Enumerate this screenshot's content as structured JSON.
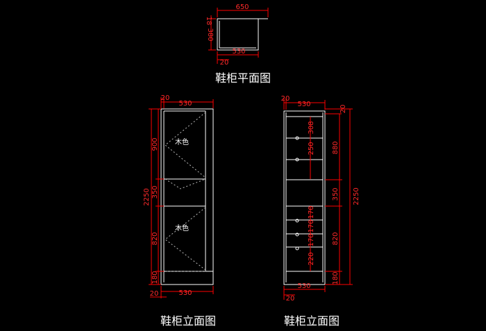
{
  "titles": {
    "plan": "鞋柜平面图",
    "elev_left": "鞋柜立面图",
    "elev_right": "鞋柜立面图"
  },
  "plan": {
    "dim_top": "650",
    "dim_left_small": "18",
    "dim_left": "380",
    "dim_bottom": "530",
    "dim_corner": "20"
  },
  "elev_left": {
    "dim_top_small": "20",
    "dim_top": "530",
    "dim_total": "2250",
    "dim_upper": "900",
    "dim_middle": "350",
    "dim_lower": "820",
    "dim_base": "180",
    "dim_bottom_small": "20",
    "dim_bottom": "530",
    "note_upper": "木色",
    "note_lower": "木色"
  },
  "elev_right": {
    "dim_top_small": "20",
    "dim_top": "530",
    "dim_right_small": "20",
    "dim_upper": "880",
    "dim_middle": "350",
    "dim_lower": "820",
    "dim_total": "2250",
    "dim_base": "180",
    "dim_shelf1": "308",
    "dim_shelf2": "250",
    "dim_drawer1": "170",
    "dim_drawer2": "170",
    "dim_drawer3": "170",
    "dim_drawer4": "220",
    "dim_bottom": "530",
    "dim_bottom_small": "20"
  }
}
